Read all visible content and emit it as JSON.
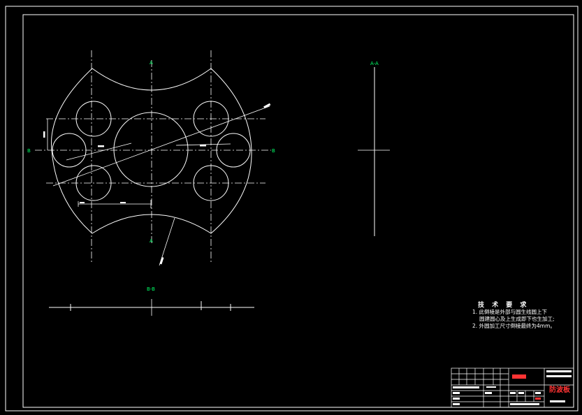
{
  "section_labels": {
    "a_top": "A",
    "a_bottom": "A",
    "b_left": "B",
    "b_right": "B",
    "view_aa": "A-A",
    "view_bb": "B-B"
  },
  "technical_requirements": {
    "title": "技 术 要 求",
    "item1_line1": "1. 此倒棱是外部与圆生线圆上下",
    "item1_line2": "圆建圆心及上生成即下也生加工;",
    "item2": "2. 外圆加工尺寸倒棱最终为4mm。"
  },
  "title_block": {
    "part_name": "防波板"
  },
  "colors": {
    "background": "#000000",
    "lines": "#ffffff",
    "labels": "#00ff66",
    "accent": "#ff3333"
  }
}
